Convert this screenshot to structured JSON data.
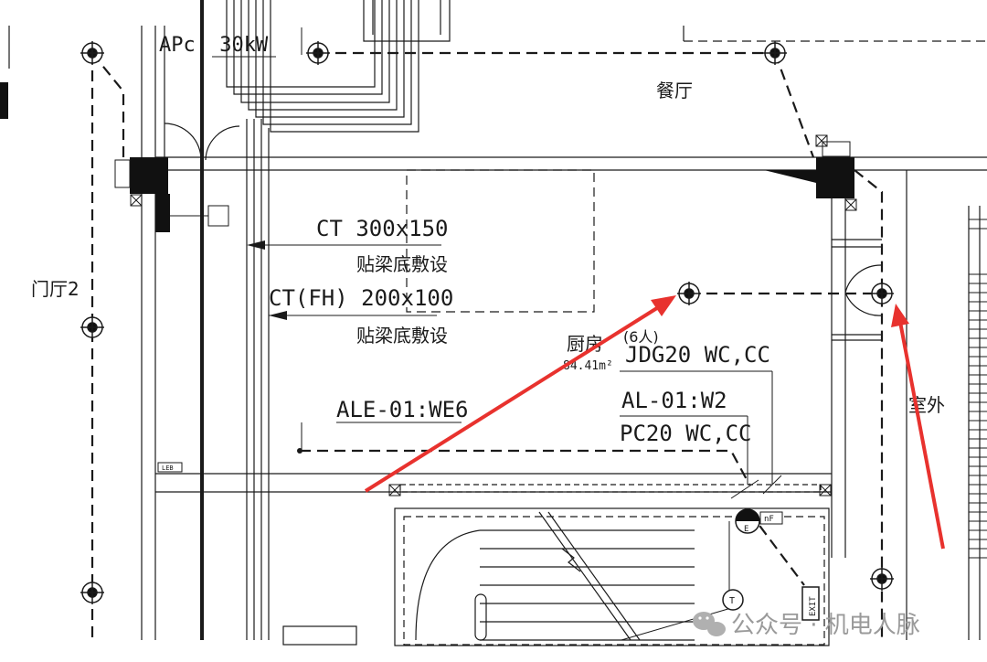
{
  "drawing": {
    "power_label": "APc: 30kW",
    "room_dining": "餐厅",
    "room_lobby": "门厅2",
    "room_kitchen": "厨房",
    "kitchen_occupancy": "(6人)",
    "kitchen_area": "84.41m²",
    "room_outdoor": "室外",
    "tray_1_size": "CT 300x150",
    "tray_1_note": "贴梁底敷设",
    "tray_2_size": "CT(FH) 200x100",
    "tray_2_note": "贴梁底敷设",
    "circuit_emergency": "ALE-01:WE6",
    "circuit_lighting": "AL-01:W2",
    "conduit_top": "JDG20 WC,CC",
    "conduit_bottom": "PC20 WC,CC",
    "leb_tag": "LEB",
    "exit_tag": "EXIT",
    "symbol_e": "E",
    "symbol_nf": "nF",
    "symbol_t": "T"
  },
  "watermark": {
    "text": "公众号 · 机电人脉",
    "icon": "wechat-icon"
  },
  "colors": {
    "line": "#1a1a1a",
    "arrow": "#e8322e",
    "background": "#ffffff"
  }
}
